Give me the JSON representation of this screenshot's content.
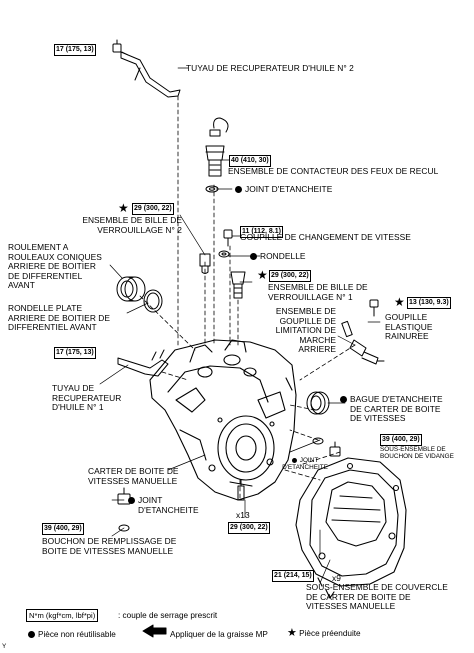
{
  "labels": {
    "tuyau_2": "TUYAU DE RECUPERATEUR D'HUILE N° 2",
    "contacteur": "ENSEMBLE DE CONTACTEUR DES FEUX DE RECUL",
    "joint_top": "JOINT D'ETANCHEITE",
    "bille2_l1": "ENSEMBLE DE BILLE DE",
    "bille2_l2": "VERROUILLAGE N° 2",
    "goupille_vitesse": "GOUPILLE DE CHANGEMENT DE VITESSE",
    "rondelle": "RONDELLE",
    "roulement_l1": "ROULEMENT A",
    "roulement_l2": "ROULEAUX CONIQUES",
    "roulement_l3": "ARRIERE DE BOITIER",
    "roulement_l4": "DE DIFFERENTIEL",
    "roulement_l5": "AVANT",
    "bille1_l1": "ENSEMBLE DE BILLE DE",
    "bille1_l2": "VERROUILLAGE N° 1",
    "rondelle_plate_l1": "RONDELLE PLATE",
    "rondelle_plate_l2": "ARRIERE DE BOITIER DE",
    "rondelle_plate_l3": "DIFFERENTIEL AVANT",
    "limitation_l1": "ENSEMBLE DE",
    "limitation_l2": "GOUPILLE DE",
    "limitation_l3": "LIMITATION DE",
    "limitation_l4": "MARCHE",
    "limitation_l5": "ARRIERE",
    "elastique_l1": "GOUPILLE",
    "elastique_l2": "ELASTIQUE",
    "elastique_l3": "RAINUREE",
    "tuyau_1_l1": "TUYAU DE",
    "tuyau_1_l2": "RECUPERATEUR",
    "tuyau_1_l3": "D'HUILE N° 1",
    "bague_l1": "BAGUE D'ETANCHEITE",
    "bague_l2": "DE CARTER DE BOITE",
    "bague_l3": "DE VITESSES",
    "joint_small_l1": "JOINT",
    "joint_small_l2": "D'ETANCHEITE",
    "vidange_l1": "SOUS-ENSEMBLE DE",
    "vidange_l2": "BOUCHON DE VIDANGE",
    "carter_l1": "CARTER DE BOITE DE",
    "carter_l2": "VITESSES MANUELLE",
    "joint_mid_l1": "JOINT",
    "joint_mid_l2": "D'ETANCHEITE",
    "bouchon_l1": "BOUCHON DE REMPLISSAGE DE",
    "bouchon_l2": "BOITE DE VITESSES MANUELLE",
    "couvercle_l1": "SOUS-ENSEMBLE DE COUVERCLE",
    "couvercle_l2": "DE CARTER DE BOITE DE",
    "couvercle_l3": "VITESSES MANUELLE",
    "x13": "x13",
    "x9": "x9",
    "corner": "Y"
  },
  "torques": {
    "t1": "17 (175, 13)",
    "t2": "40 (410, 30)",
    "t3": "29 (300, 22)",
    "t4": "11 (112, 8.1)",
    "t5": "29 (300, 22)",
    "t6": "13 (130, 9.3)",
    "t7": "17 (175, 13)",
    "t8": "39 (400, 29)",
    "t9": "39 (400, 29)",
    "t10": "29 (300, 22)",
    "t11": "21 (214, 15)"
  },
  "legend": {
    "torque_box": "N*m (kgf*cm, lbf*pi)",
    "torque_text": ": couple de serrage prescrit",
    "nonreuse": "Pièce non réutilisable",
    "grease": "Appliquer de la graisse MP",
    "precoated": "Pièce préenduite"
  }
}
